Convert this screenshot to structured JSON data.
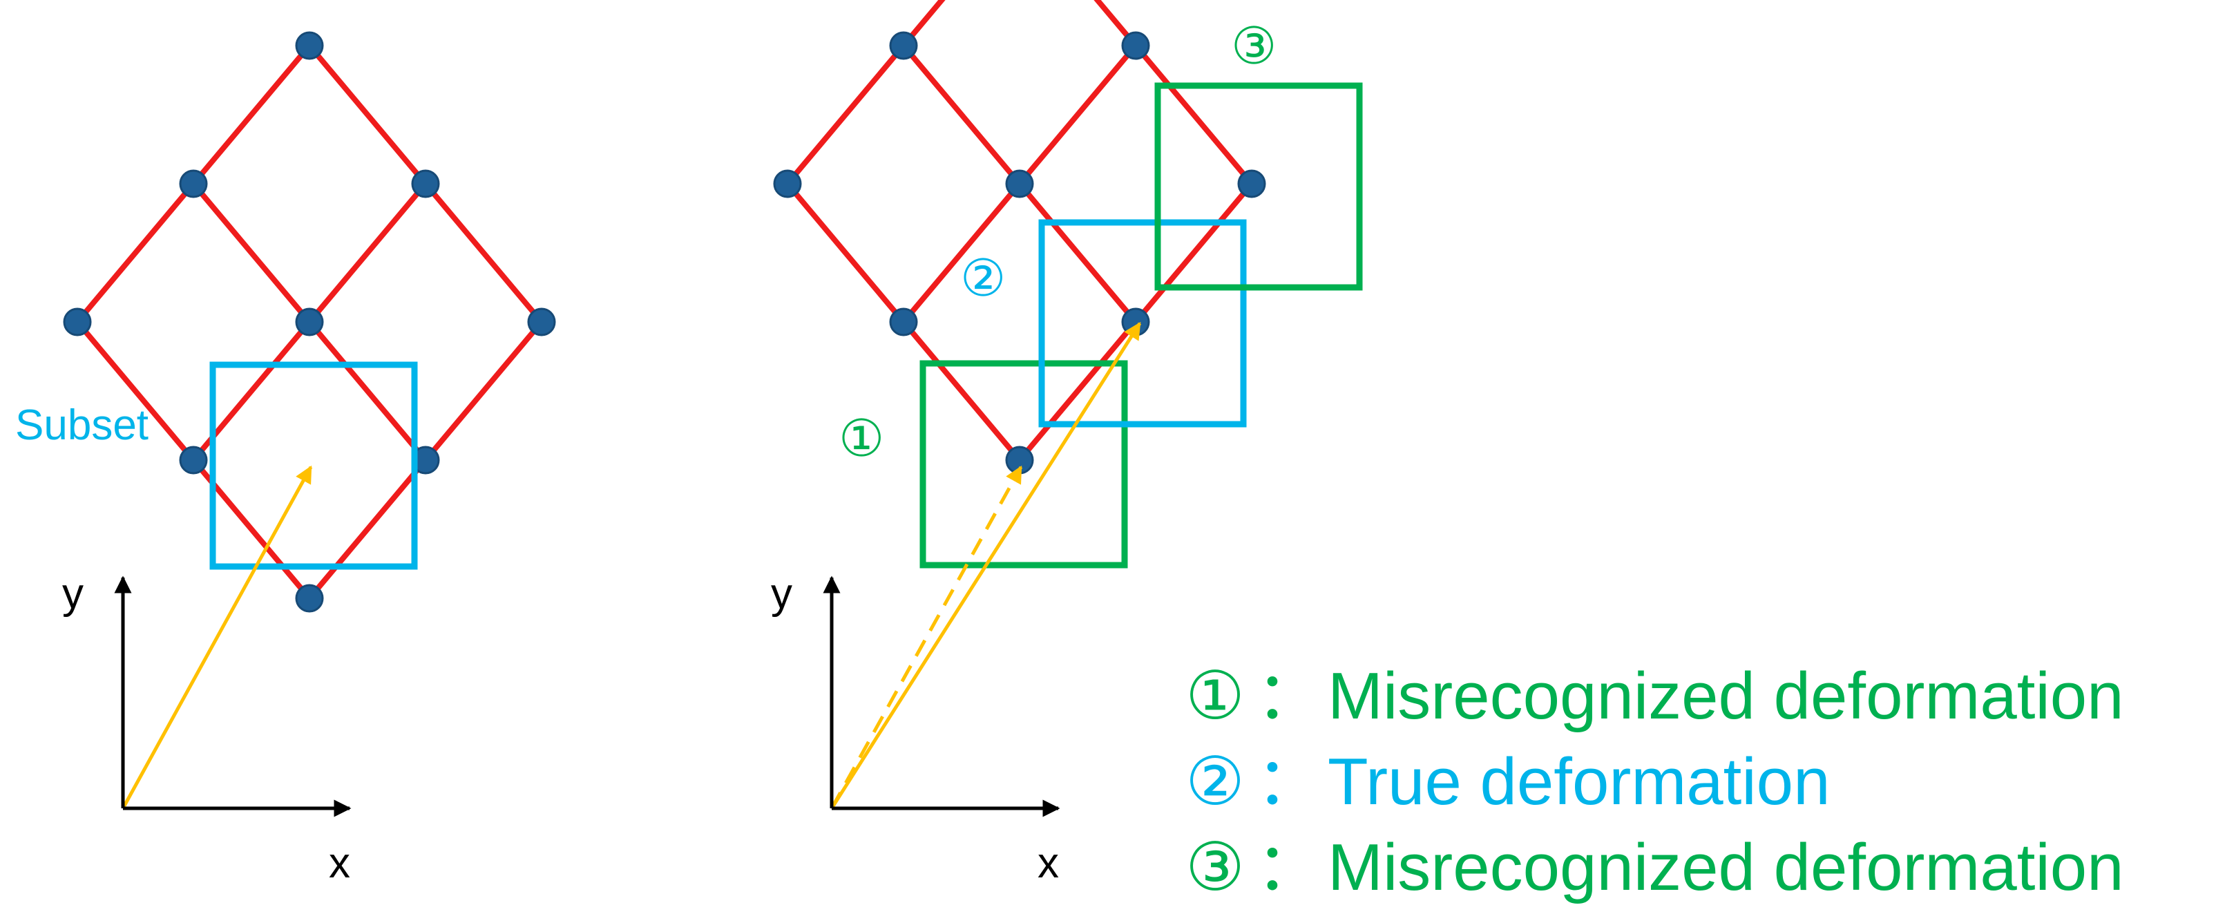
{
  "colors": {
    "lattice": "#ef1c1c",
    "node": "#1f5f96",
    "true_subset": "#00b4ea",
    "misrecognized_subset": "#00b050",
    "vector": "#ffc000",
    "axis": "#000000"
  },
  "left_panel": {
    "subset_label": "Subset",
    "axis_x": "x",
    "axis_y": "y"
  },
  "right_panel": {
    "axis_x": "x",
    "axis_y": "y",
    "subset_markers": [
      {
        "marker": "①",
        "kind": "misrecognized"
      },
      {
        "marker": "②",
        "kind": "true"
      },
      {
        "marker": "③",
        "kind": "misrecognized"
      }
    ]
  },
  "legend": [
    {
      "marker": "①",
      "separator": "：",
      "text": "Misrecognized deformation",
      "kind": "misrecognized"
    },
    {
      "marker": "②",
      "separator": "：",
      "text": "True deformation",
      "kind": "true"
    },
    {
      "marker": "③",
      "separator": "：",
      "text": "Misrecognized deformation",
      "kind": "misrecognized"
    }
  ]
}
